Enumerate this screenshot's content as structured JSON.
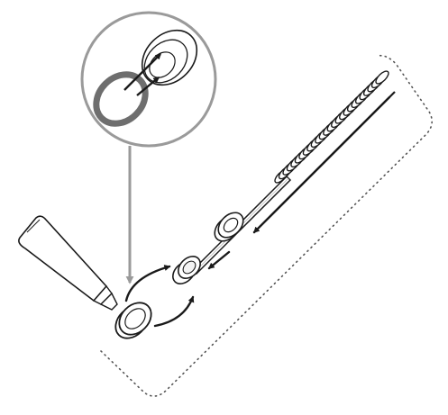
{
  "diagram": {
    "type": "assembly-instruction",
    "caption": "",
    "labels": [],
    "parts": [
      "grease-tube",
      "o-ring",
      "shock-rod",
      "coil-spring",
      "seal-cup",
      "piston-seal",
      "detail-magnifier"
    ],
    "colors": {
      "line": "#1a1a1a",
      "leader": "#9a9a9a",
      "oring": "#6e6e6e",
      "fill": "#ffffff",
      "dots": "#555555"
    }
  }
}
